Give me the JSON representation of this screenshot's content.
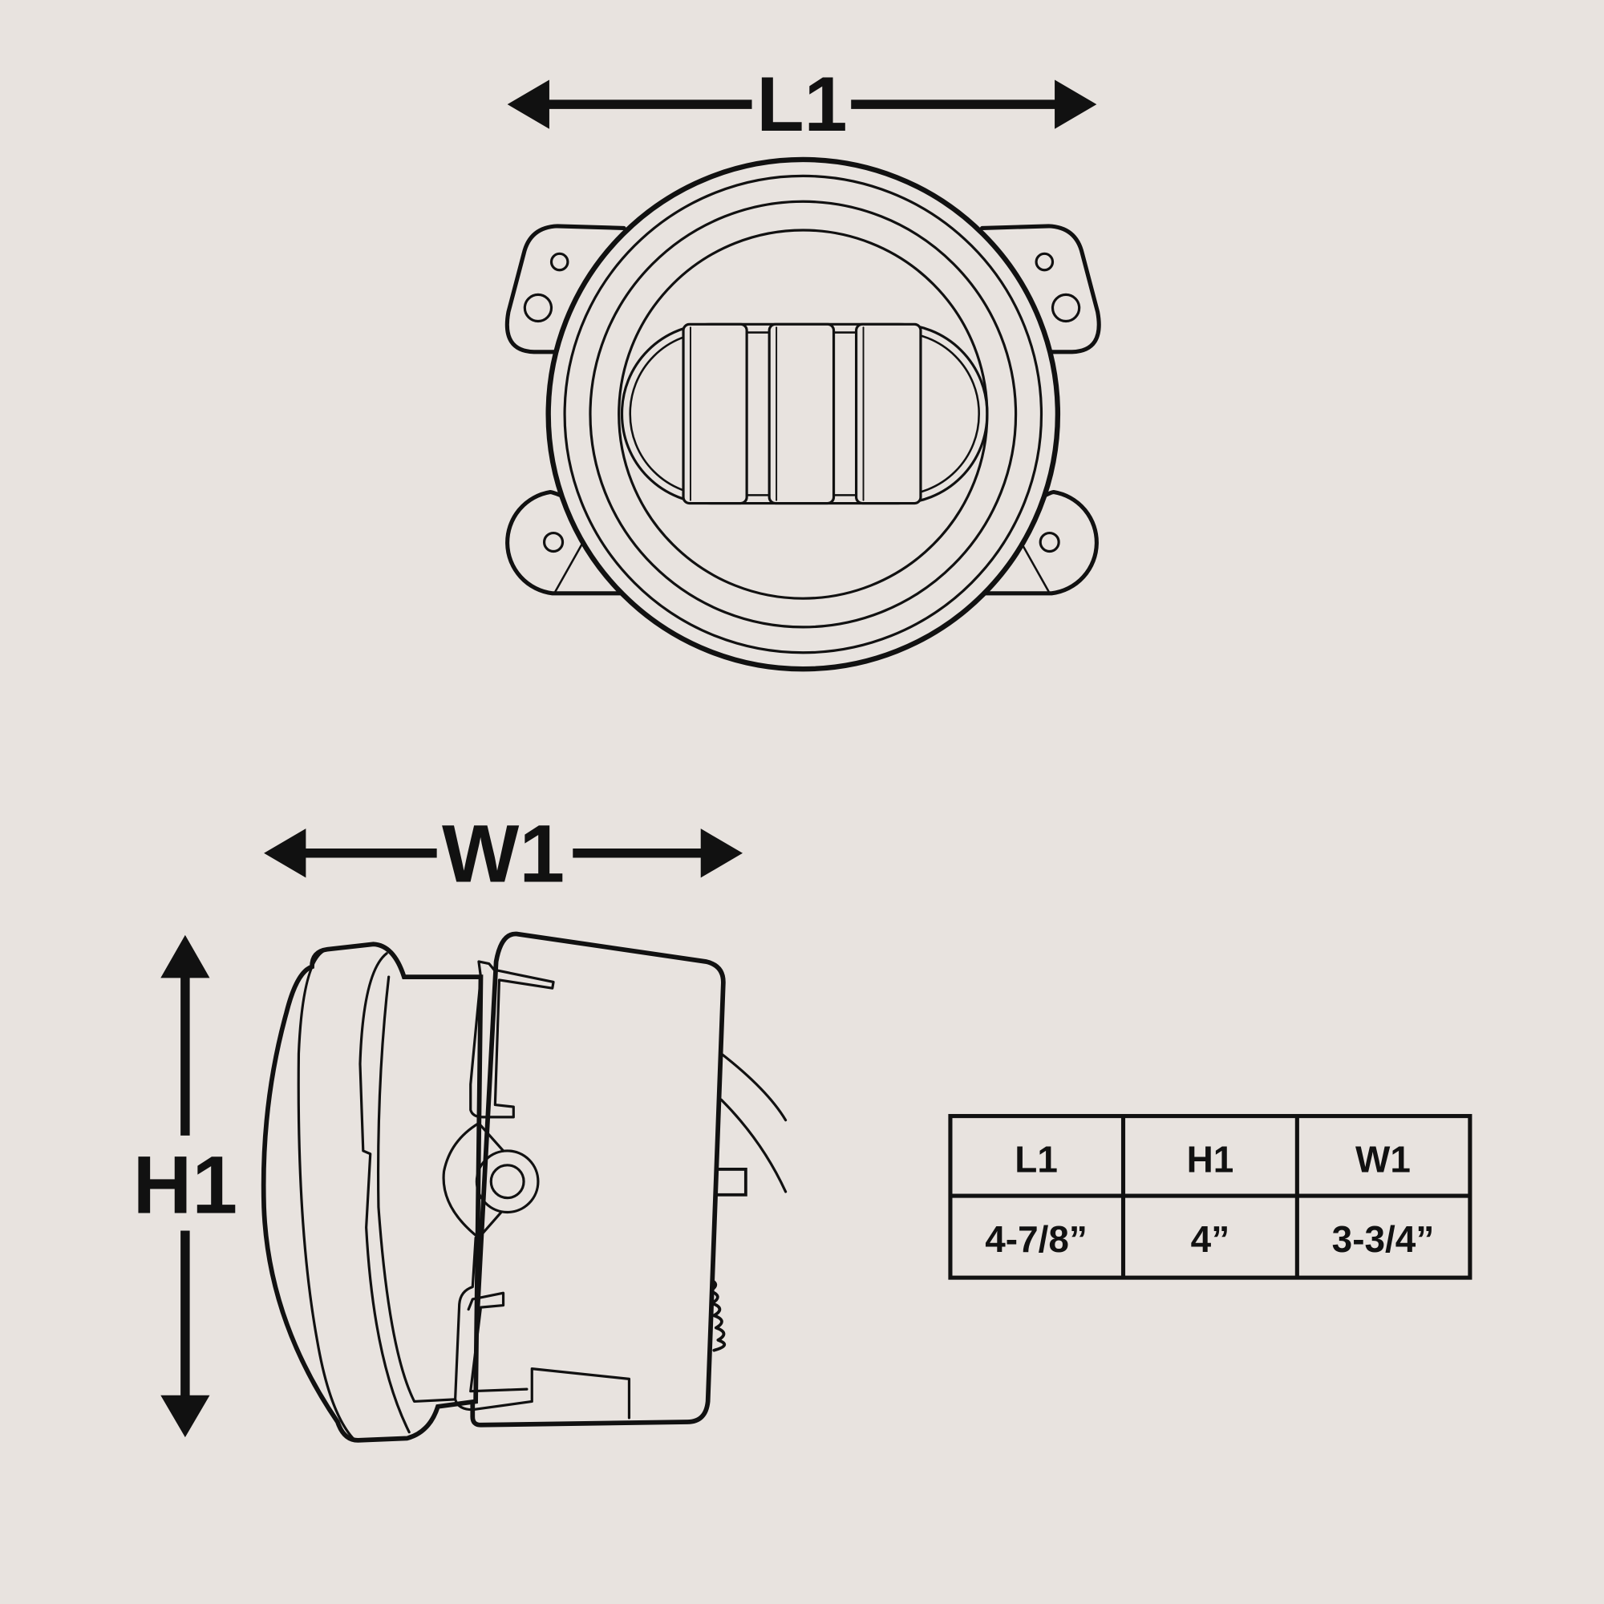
{
  "dimensions": {
    "length_label": "L1",
    "width_label": "W1",
    "height_label": "H1"
  },
  "table": {
    "headers": [
      "L1",
      "H1",
      "W1"
    ],
    "values": [
      "4-7/8”",
      "4”",
      "3-3/4”"
    ]
  },
  "colors": {
    "background": "#e8e3df",
    "ink": "#111111"
  }
}
